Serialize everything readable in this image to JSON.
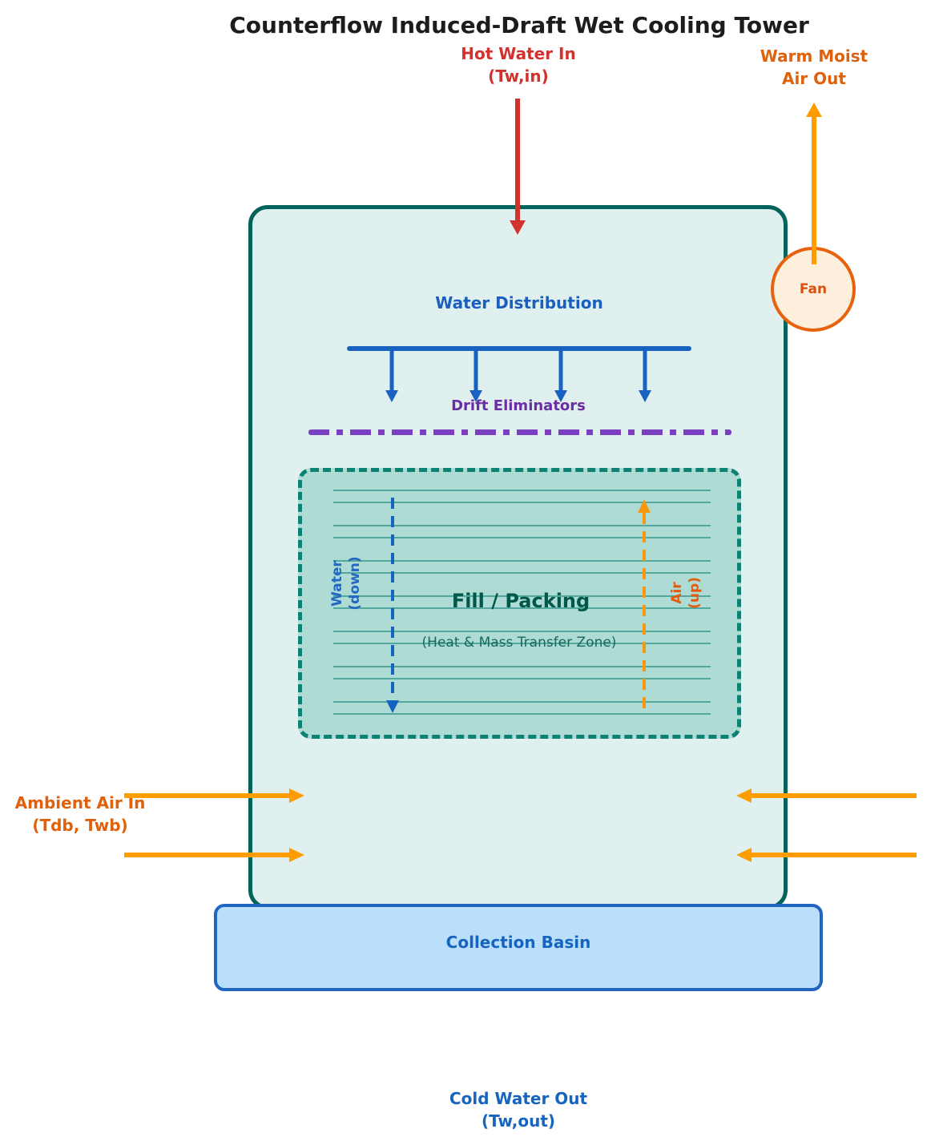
{
  "title": "Counterflow Induced-Draft Wet Cooling Tower",
  "streams": {
    "hot_water": {
      "line1": "Hot Water In",
      "line2": "(Tw,in)"
    },
    "warm_air": {
      "line1": "Warm Moist",
      "line2": "Air Out"
    },
    "ambient_air": {
      "line1": "Ambient Air In",
      "line2": "(Tdb, Twb)"
    },
    "cold_water": {
      "line1": "Cold Water Out",
      "line2": "(Tw,out)"
    }
  },
  "tower": {
    "fan_label": "Fan",
    "water_distribution_label": "Water Distribution",
    "drift_eliminators_label": "Drift Eliminators",
    "fill": {
      "title": "Fill / Packing",
      "subtitle": "(Heat & Mass Transfer Zone)",
      "water_label_line1": "Water",
      "water_label_line2": "(down)",
      "air_label_line1": "Air",
      "air_label_line2": "(up)"
    },
    "basin_label": "Collection Basin"
  },
  "colors": {
    "title_text": "#1c1c1c",
    "hot_water_red": "#d3312e",
    "air_arrow_orange": "#ff9c00",
    "air_dashed_orange": "#f8980f",
    "air_text_orange": "#e0610b",
    "air_up_text": "#e8590c",
    "water_blue": "#1565c0",
    "distribution_blue": "#1a62c2",
    "drift_purple_text": "#6b2da6",
    "drift_purple_line": "#7b3fc1",
    "tower_border": "#02635a",
    "tower_fill": "#e0f0ee",
    "fill_zone_border": "#0d8173",
    "fill_zone_fill": "#aedcd4",
    "fill_zone_lines": "#52a89c",
    "fill_title_text": "#00584a",
    "fill_subtitle_text": "#15695e",
    "fan_border": "#e8610c",
    "fan_fill": "#fcefdc",
    "fan_text": "#d94f10",
    "basin_border": "#1f65c1",
    "basin_fill": "#bbdefb"
  }
}
